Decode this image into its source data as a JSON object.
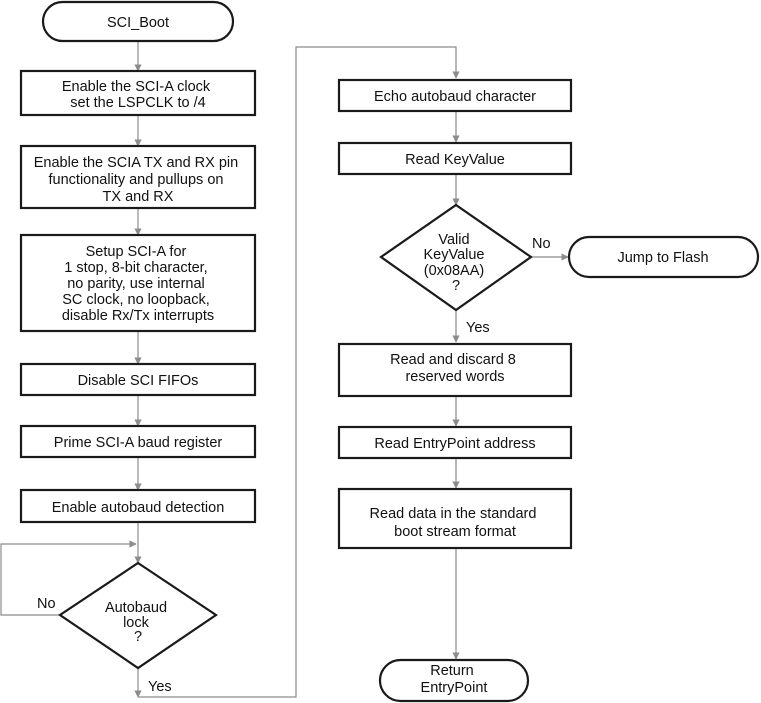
{
  "nodes": {
    "start": "SCI_Boot",
    "enable_clock": [
      "Enable the SCI-A clock",
      "set the LSPCLK to /4"
    ],
    "enable_pins": [
      "Enable the SCIA TX and RX pin",
      "functionality and pullups on",
      "TX and RX"
    ],
    "setup_sci": [
      "Setup SCI-A for",
      "1 stop, 8-bit character,",
      "no parity, use internal",
      "SC clock, no loopback,",
      "disable Rx/Tx interrupts"
    ],
    "disable_fifo": "Disable SCI FIFOs",
    "prime_baud": "Prime SCI-A baud register",
    "enable_autobaud": "Enable autobaud detection",
    "autobaud_lock": [
      "Autobaud",
      "lock",
      "?"
    ],
    "echo": "Echo autobaud character",
    "read_key": "Read KeyValue",
    "valid_key": [
      "Valid",
      "KeyValue",
      "(0x08AA)",
      "?"
    ],
    "jump_flash": "Jump to Flash",
    "read_discard": [
      "Read and discard 8",
      "reserved words"
    ],
    "read_entry": "Read EntryPoint address",
    "read_data": [
      "Read data in the standard",
      "boot stream format"
    ],
    "return": [
      "Return",
      "EntryPoint"
    ]
  },
  "labels": {
    "autobaud_no": "No",
    "autobaud_yes": "Yes",
    "valid_no": "No",
    "valid_yes": "Yes"
  }
}
